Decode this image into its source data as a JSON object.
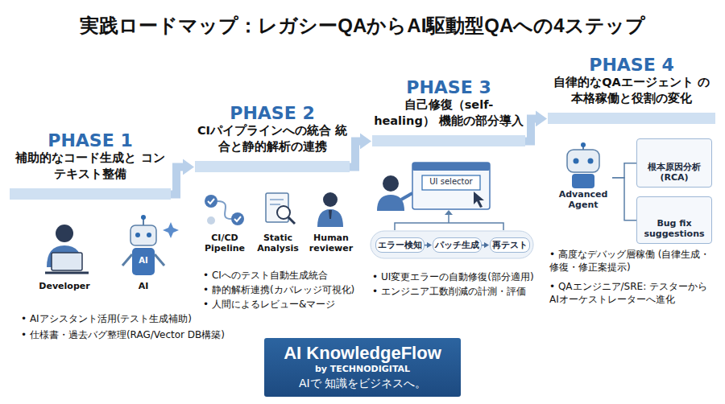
{
  "diagram": {
    "title": "実践ロードマップ：レガシーQAからAI駆動型QAへの4ステップ",
    "nodes": [
      {
        "text": [
          "PHASE 1",
          "補助的なコード生成と コンテキスト整備"
        ]
      },
      {
        "text": [
          "PHASE 2",
          "CIパイプラインへの統合 統合と静的解析の連携"
        ]
      },
      {
        "text": [
          "PHASE 3",
          "自己修復（self-healing） 機能の部分導入"
        ]
      },
      {
        "text": [
          "エラー検知"
        ]
      },
      {
        "text": [
          "パッチ生成"
        ]
      },
      {
        "text": [
          "再テスト"
        ]
      },
      {
        "text": [
          "PHASE 4",
          "自律的なQAエージェント の本格稼働と役割の変化"
        ]
      },
      {
        "text": [
          "Advanced Agent"
        ]
      },
      {
        "text": [
          "根本原因分析 (RCA)"
        ]
      },
      {
        "text": [
          "Bug fix suggestions"
        ]
      },
      {
        "text": [
          "AI KnowledgeFlow",
          "by TECHNODIGITAL",
          "AIで 知識をビジネスへ。"
        ]
      }
    ],
    "edges": [
      {
        "from": 0,
        "to": 1,
        "arrow": "to"
      },
      {
        "from": 1,
        "to": 2,
        "arrow": "to"
      },
      {
        "from": 2,
        "to": 6,
        "arrow": "to"
      },
      {
        "from": 3,
        "to": 4,
        "arrow": "to"
      },
      {
        "from": 4,
        "to": 5,
        "arrow": "to"
      },
      {
        "from": 7,
        "to": 8,
        "arrow": "none"
      },
      {
        "from": 7,
        "to": 9,
        "arrow": "none"
      }
    ],
    "labels": [
      "Developer",
      "AI",
      "AI",
      "• AIアシスタント活用(テスト生成補助)",
      "• 仕様書・過去バグ整理(RAG/Vector DB構築)",
      "CI/CD Pipeline",
      "Static Analysis",
      "Human reviewer",
      "• CIへのテスト自動生成統合",
      "• 静的解析連携(カバレッジ可視化)",
      "• 人間によるレビュー&マージ",
      "UI selector",
      "• UI変更エラーの自動修復(部分適用)",
      "• エンジニア工数削減の計測・評価",
      "• 高度なデバッグ層稼働 (自律生成・修復・修正案提示)",
      "• QAエンジニア/SRE: テスターから AIオーケストレーターへ進化"
    ]
  }
}
